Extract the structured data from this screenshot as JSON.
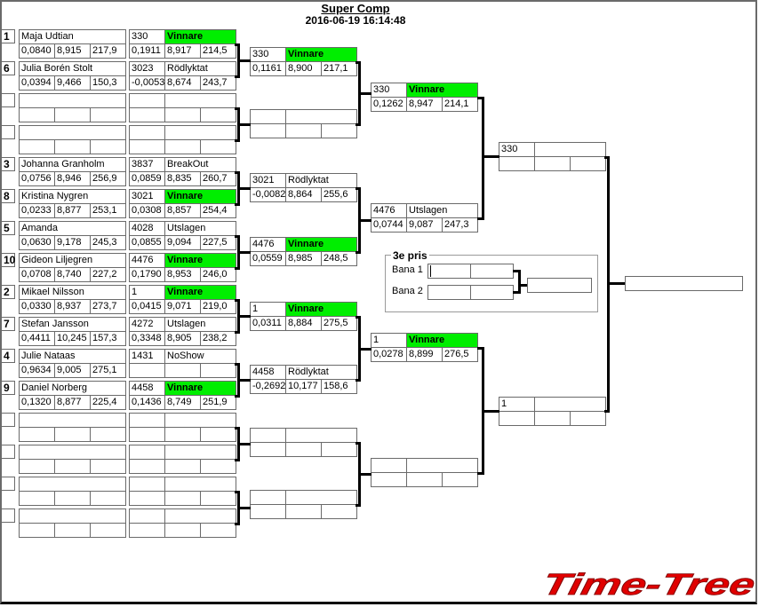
{
  "header": {
    "title": "Super Comp",
    "datetime": "2016-06-19 16:14:48"
  },
  "colors": {
    "winner": "#00ee00",
    "bracket_line": "#000000",
    "cell_border": "#6a6a6a",
    "logo": "#e00000"
  },
  "round1": [
    {
      "seed": "1",
      "name": "Maja Udtian",
      "rt": "0,0840",
      "et": "8,915",
      "speed": "217,9",
      "car": "330",
      "status": "Vinnare",
      "win": true,
      "r_rt": "0,1911",
      "r_et": "8,917",
      "r_speed": "214,5"
    },
    {
      "seed": "6",
      "name": "Julia Borén Stolt",
      "rt": "0,0394",
      "et": "9,466",
      "speed": "150,3",
      "car": "3023",
      "status": "Rödlyktat",
      "win": false,
      "r_rt": "-0,0053",
      "r_et": "8,674",
      "r_speed": "243,7"
    },
    {
      "seed": "",
      "name": "",
      "rt": "",
      "et": "",
      "speed": "",
      "car": "",
      "status": "",
      "win": false,
      "r_rt": "",
      "r_et": "",
      "r_speed": ""
    },
    {
      "seed": "",
      "name": "",
      "rt": "",
      "et": "",
      "speed": "",
      "car": "",
      "status": "",
      "win": false,
      "r_rt": "",
      "r_et": "",
      "r_speed": ""
    },
    {
      "seed": "3",
      "name": "Johanna Granholm",
      "rt": "0,0756",
      "et": "8,946",
      "speed": "256,9",
      "car": "3837",
      "status": "BreakOut",
      "win": false,
      "r_rt": "0,0859",
      "r_et": "8,835",
      "r_speed": "260,7"
    },
    {
      "seed": "8",
      "name": "Kristina Nygren",
      "rt": "0,0233",
      "et": "8,877",
      "speed": "253,1",
      "car": "3021",
      "status": "Vinnare",
      "win": true,
      "r_rt": "0,0308",
      "r_et": "8,857",
      "r_speed": "254,4"
    },
    {
      "seed": "5",
      "name": "Amanda",
      "rt": "0,0630",
      "et": "9,178",
      "speed": "245,3",
      "car": "4028",
      "status": "Utslagen",
      "win": false,
      "r_rt": "0,0855",
      "r_et": "9,094",
      "r_speed": "227,5"
    },
    {
      "seed": "10",
      "name": "Gideon Liljegren",
      "rt": "0,0708",
      "et": "8,740",
      "speed": "227,2",
      "car": "4476",
      "status": "Vinnare",
      "win": true,
      "r_rt": "0,1790",
      "r_et": "8,953",
      "r_speed": "246,0"
    },
    {
      "seed": "2",
      "name": "Mikael Nilsson",
      "rt": "0,0330",
      "et": "8,937",
      "speed": "273,7",
      "car": "1",
      "status": "Vinnare",
      "win": true,
      "r_rt": "0,0415",
      "r_et": "9,071",
      "r_speed": "219,0"
    },
    {
      "seed": "7",
      "name": "Stefan Jansson",
      "rt": "0,4411",
      "et": "10,245",
      "speed": "157,3",
      "car": "4272",
      "status": "Utslagen",
      "win": false,
      "r_rt": "0,3348",
      "r_et": "8,905",
      "r_speed": "238,2"
    },
    {
      "seed": "4",
      "name": "Julie Nataas",
      "rt": "0,9634",
      "et": "9,005",
      "speed": "275,1",
      "car": "1431",
      "status": "NoShow",
      "win": false,
      "r_rt": "",
      "r_et": "",
      "r_speed": ""
    },
    {
      "seed": "9",
      "name": "Daniel Norberg",
      "rt": "0,1320",
      "et": "8,877",
      "speed": "225,4",
      "car": "4458",
      "status": "Vinnare",
      "win": true,
      "r_rt": "0,1436",
      "r_et": "8,749",
      "r_speed": "251,9"
    },
    {
      "seed": "",
      "name": "",
      "rt": "",
      "et": "",
      "speed": "",
      "car": "",
      "status": "",
      "win": false,
      "r_rt": "",
      "r_et": "",
      "r_speed": ""
    },
    {
      "seed": "",
      "name": "",
      "rt": "",
      "et": "",
      "speed": "",
      "car": "",
      "status": "",
      "win": false,
      "r_rt": "",
      "r_et": "",
      "r_speed": ""
    },
    {
      "seed": "",
      "name": "",
      "rt": "",
      "et": "",
      "speed": "",
      "car": "",
      "status": "",
      "win": false,
      "r_rt": "",
      "r_et": "",
      "r_speed": ""
    },
    {
      "seed": "",
      "name": "",
      "rt": "",
      "et": "",
      "speed": "",
      "car": "",
      "status": "",
      "win": false,
      "r_rt": "",
      "r_et": "",
      "r_speed": ""
    }
  ],
  "round2": [
    {
      "car": "330",
      "status": "Vinnare",
      "win": true,
      "rt": "0,1161",
      "et": "8,900",
      "speed": "217,1"
    },
    {
      "car": "",
      "status": "",
      "win": false,
      "rt": "",
      "et": "",
      "speed": ""
    },
    {
      "car": "3021",
      "status": "Rödlyktat",
      "win": false,
      "rt": "-0,0082",
      "et": "8,864",
      "speed": "255,6"
    },
    {
      "car": "4476",
      "status": "Vinnare",
      "win": true,
      "rt": "0,0559",
      "et": "8,985",
      "speed": "248,5"
    },
    {
      "car": "1",
      "status": "Vinnare",
      "win": true,
      "rt": "0,0311",
      "et": "8,884",
      "speed": "275,5"
    },
    {
      "car": "4458",
      "status": "Rödlyktat",
      "win": false,
      "rt": "-0,2692",
      "et": "10,177",
      "speed": "158,6"
    },
    {
      "car": "",
      "status": "",
      "win": false,
      "rt": "",
      "et": "",
      "speed": ""
    },
    {
      "car": "",
      "status": "",
      "win": false,
      "rt": "",
      "et": "",
      "speed": ""
    }
  ],
  "round3": [
    {
      "car": "330",
      "status": "Vinnare",
      "win": true,
      "rt": "0,1262",
      "et": "8,947",
      "speed": "214,1"
    },
    {
      "car": "4476",
      "status": "Utslagen",
      "win": false,
      "rt": "0,0744",
      "et": "9,087",
      "speed": "247,3"
    },
    {
      "car": "1",
      "status": "Vinnare",
      "win": true,
      "rt": "0,0278",
      "et": "8,899",
      "speed": "276,5"
    },
    {
      "car": "",
      "status": "",
      "win": false,
      "rt": "",
      "et": "",
      "speed": ""
    }
  ],
  "semifinal": [
    {
      "car": "330",
      "status": "",
      "win": false,
      "rt": "",
      "et": "",
      "speed": ""
    },
    {
      "car": "1",
      "status": "",
      "win": false,
      "rt": "",
      "et": "",
      "speed": ""
    }
  ],
  "final": {
    "value": ""
  },
  "third_place": {
    "label": "3e pris",
    "lane1_label": "Bana 1",
    "lane2_label": "Bana 2",
    "lane1": [
      "",
      ""
    ],
    "lane2": [
      "",
      ""
    ],
    "result": ""
  },
  "logo": {
    "text": "Time-Tree"
  }
}
